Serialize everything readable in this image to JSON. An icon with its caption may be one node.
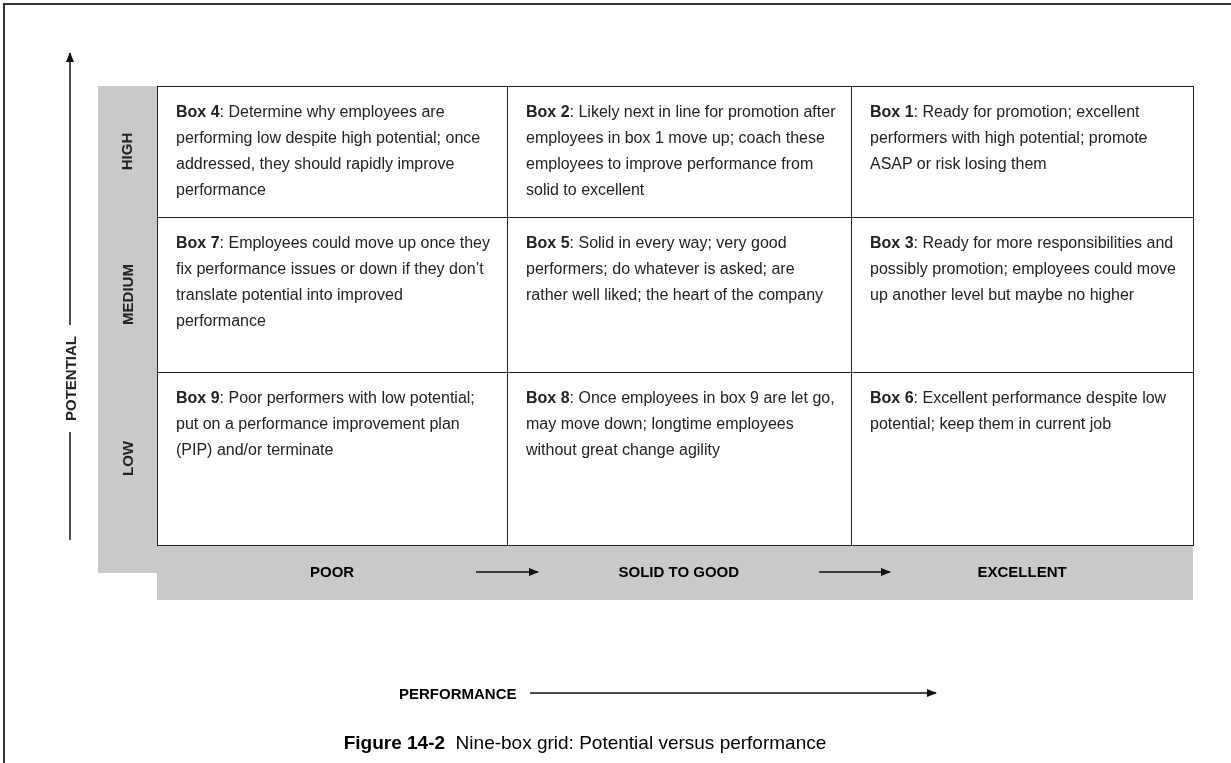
{
  "diagram": {
    "caption": "**Figure 14-2**  Nine-box grid: Potential versus performance",
    "nodes": [
      {
        "text": [
          "**Box 4**: Determine why employees are performing low despite high potential; once addressed, they should rapidly improve performance"
        ]
      },
      {
        "text": [
          "**Box 2**: Likely next in line for promotion after employees in box 1 move up; coach these employees to improve performance from solid to excellent"
        ]
      },
      {
        "text": [
          "**Box 1**: Ready for promotion; excellent performers with high potential; promote ASAP or risk losing them"
        ]
      },
      {
        "text": [
          "**Box 7**: Employees could move up once they fix performance issues or down if they don’t translate potential into improved performance"
        ]
      },
      {
        "text": [
          "**Box 5**: Solid in every way; very good performers; do whatever is asked; are rather well liked; the heart of the company"
        ]
      },
      {
        "text": [
          "**Box 3**: Ready for more responsibilities and possibly promotion; employees could move up another level but maybe no higher"
        ]
      },
      {
        "text": [
          "**Box 9**: Poor performers with low potential; put on a performance improvement plan (PIP) and/or terminate"
        ]
      },
      {
        "text": [
          "**Box 8**: Once employees in box 9 are let go, may move down; longtime employees without great change agility"
        ]
      },
      {
        "text": [
          "**Box 6**: Excellent performance despite low potential; keep them in current job"
        ]
      }
    ],
    "labels": [
      "HIGH",
      "MEDIUM",
      "LOW",
      "POTENTIAL",
      "POOR",
      "SOLID TO GOOD",
      "EXCELLENT",
      "PERFORMANCE"
    ]
  }
}
